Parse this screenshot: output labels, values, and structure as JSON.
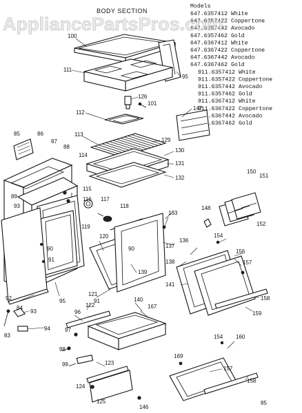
{
  "watermark": "AppliancePartsPros.com",
  "section_title": "BODY SECTION",
  "models_heading": "Models",
  "models": [
    {
      "number": "647.6357412",
      "color": "White"
    },
    {
      "number": "647.6357422",
      "color": "Coppertone"
    },
    {
      "number": "647.6357442",
      "color": "Avocado"
    },
    {
      "number": "647.6357462",
      "color": "Gold"
    },
    {
      "number": "647.6367412",
      "color": "White"
    },
    {
      "number": "647.6367422",
      "color": "Coppertone"
    },
    {
      "number": "647.6367442",
      "color": "Avocado"
    },
    {
      "number": "647.6367462",
      "color": "Gold"
    },
    {
      "number": "911.6357412",
      "color": "White"
    },
    {
      "number": "911.6357422",
      "color": "Coppertone"
    },
    {
      "number": "911.6357442",
      "color": "Avocado"
    },
    {
      "number": "911.6357462",
      "color": "Gold"
    },
    {
      "number": "911.6367412",
      "color": "White"
    },
    {
      "number": "911.6367422",
      "color": "Coppertone"
    },
    {
      "number": "911.6367442",
      "color": "Avocado"
    },
    {
      "number": "911.6367462",
      "color": "Gold"
    }
  ],
  "callouts": {
    "c100": "100",
    "c111": "111",
    "c95a": "95",
    "c126": "126",
    "c101": "101",
    "c112": "112",
    "c147": "147",
    "c85": "85",
    "c86": "86",
    "c87": "87",
    "c88": "88",
    "c114": "114",
    "c113": "113",
    "c129": "129",
    "c130": "130",
    "c131": "131",
    "c132": "132",
    "c115": "115",
    "c116": "116",
    "c117": "117",
    "c118": "118",
    "c150": "150",
    "c151": "151",
    "c152": "152",
    "c148": "148",
    "c133": "133",
    "c89": "89",
    "c93a": "93",
    "c119": "119",
    "c120": "120",
    "c90a": "90",
    "c90b": "90",
    "c91a": "91",
    "c137": "137",
    "c136": "136",
    "c154a": "154",
    "c156": "156",
    "c138": "138",
    "c157a": "157",
    "c139": "139",
    "c141": "141",
    "c158a": "158",
    "c159": "159",
    "c92": "92",
    "c95b": "95",
    "c121": "121",
    "c91b": "91",
    "c140": "140",
    "c167": "167",
    "c122": "122",
    "c84": "84",
    "c93b": "93",
    "c83": "83",
    "c94": "94",
    "c96": "96",
    "c97": "97",
    "c98": "98",
    "c99": "99",
    "c123": "123",
    "c124": "124",
    "c125": "125",
    "c146": "146",
    "c169": "169",
    "c154b": "154",
    "c160": "160",
    "c157b": "157",
    "c158b": "158",
    "c85b": "85"
  }
}
